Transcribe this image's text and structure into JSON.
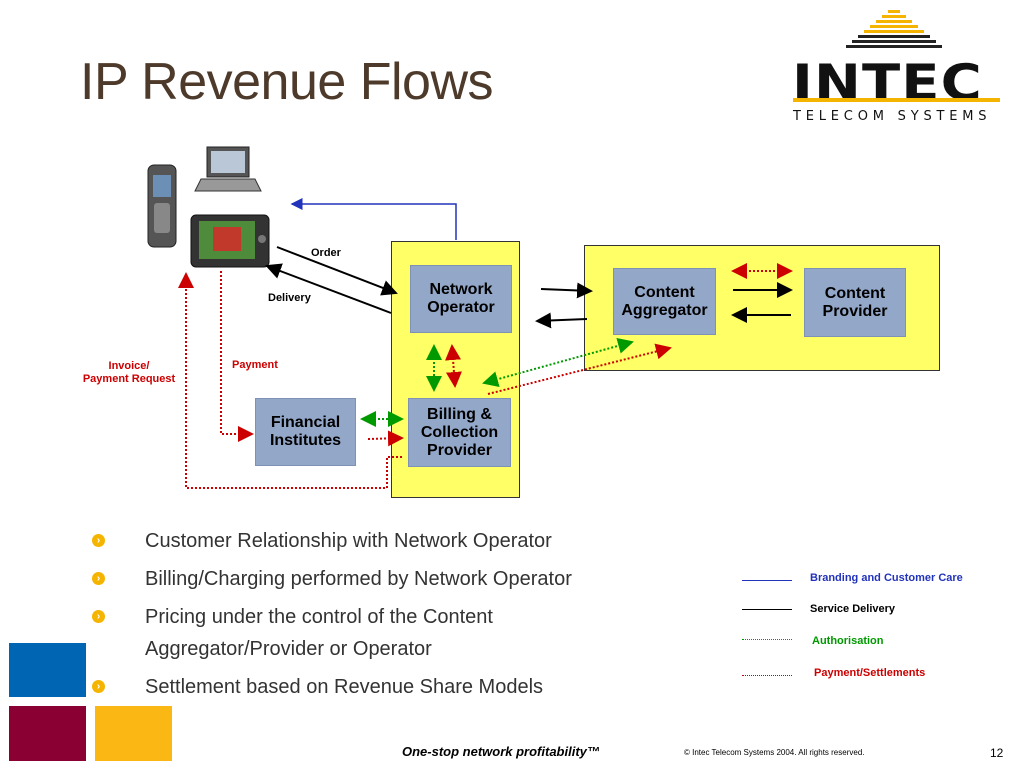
{
  "slide": {
    "title": "IP Revenue Flows",
    "logo": {
      "name": "INTEC",
      "subtitle": "TELECOM SYSTEMS"
    },
    "nodes": {
      "network_operator": "Network Operator",
      "content_aggregator": "Content Aggregator",
      "content_provider": "Content Provider",
      "billing_provider": "Billing & Collection Provider",
      "financial_institutes": "Financial Institutes"
    },
    "labels": {
      "order": "Order",
      "delivery": "Delivery",
      "payment": "Payment",
      "invoice_line1": "Invoice/",
      "invoice_line2": "Payment Request"
    },
    "bullets": [
      "Customer Relationship with Network Operator",
      "Billing/Charging performed by Network Operator",
      "Pricing under the control of the Content Aggregator/Provider or Operator",
      "Settlement based on Revenue Share Models"
    ],
    "legend": [
      {
        "label": "Branding and Customer Care",
        "color": "#2233bb",
        "style": "solid"
      },
      {
        "label": "Service Delivery",
        "color": "#000000",
        "style": "solid"
      },
      {
        "label": "Authorisation",
        "color": "#009900",
        "style": "dotted"
      },
      {
        "label": "Payment/Settlements",
        "color": "#cc0000",
        "style": "dotted"
      }
    ],
    "footer": {
      "slogan": "One-stop network profitability™",
      "copyright": "© Intec Telecom Systems 2004.  All rights reserved.",
      "page": "12"
    },
    "colors": {
      "zone": "#ffff66",
      "node": "#93a7c9",
      "square_blue": "#0066b3",
      "square_maroon": "#8b0033",
      "square_yellow": "#fbb714"
    }
  }
}
